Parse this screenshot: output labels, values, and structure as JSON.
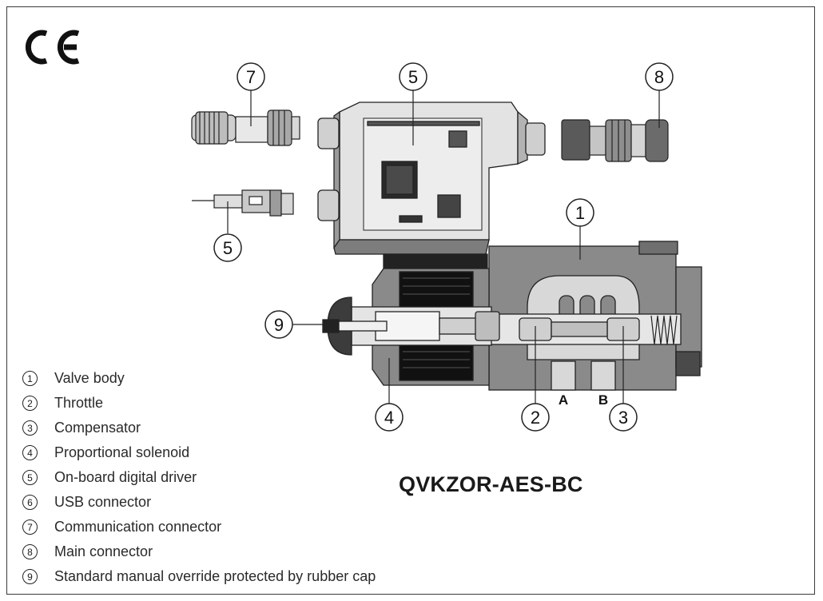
{
  "ce_mark": "CE",
  "title": "QVKZOR-AES-BC",
  "ports": {
    "a": "A",
    "b": "B"
  },
  "callouts": {
    "c7": "7",
    "c5_top": "5",
    "c8": "8",
    "c5_left": "5",
    "c1": "1",
    "c9": "9",
    "c4": "4",
    "c2": "2",
    "c3": "3"
  },
  "legend": [
    {
      "num": "1",
      "label": "Valve body"
    },
    {
      "num": "2",
      "label": "Throttle"
    },
    {
      "num": "3",
      "label": "Compensator"
    },
    {
      "num": "4",
      "label": "Proportional solenoid"
    },
    {
      "num": "5",
      "label": "On-board digital driver"
    },
    {
      "num": "6",
      "label": "USB connector"
    },
    {
      "num": "7",
      "label": "Communication connector"
    },
    {
      "num": "8",
      "label": "Main connector"
    },
    {
      "num": "9",
      "label": "Standard manual override protected by rubber cap"
    }
  ],
  "colors": {
    "body": "#8c8c8c",
    "body_dark": "#555555",
    "light": "#d4d4d4",
    "line": "#222222"
  }
}
